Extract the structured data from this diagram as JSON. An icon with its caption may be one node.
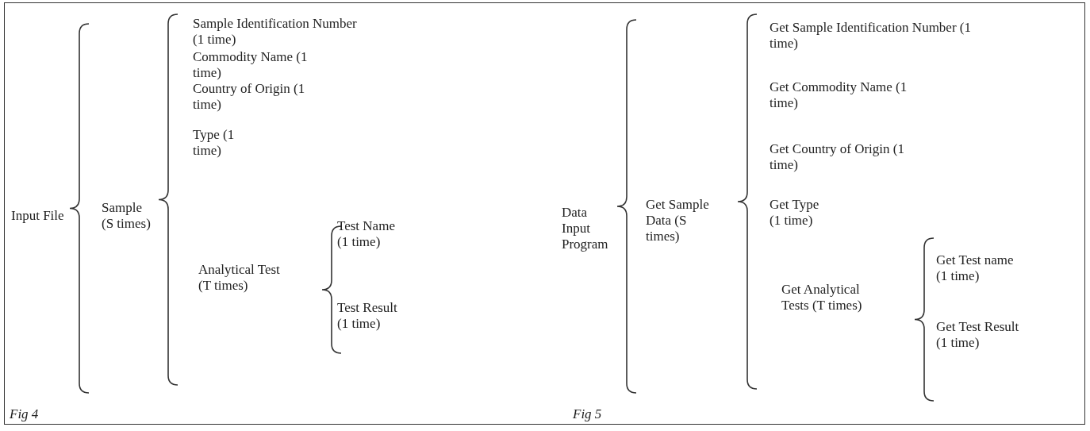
{
  "diagram": {
    "labels": [
      "Input File",
      "Sample (S times)",
      "Sample Identification Number (1 time)",
      "Commodity Name (1 time)",
      "Country of Origin (1 time)",
      "Type (1 time)",
      "Analytical Test (T times)",
      "Test Name (1 time)",
      "Test Result (1 time)",
      "Data Input Program",
      "Get Sample Data (S times)",
      "Get Sample Identification Number (1 time)",
      "Get Commodity Name (1 time)",
      "Get Country of Origin (1 time)",
      "Get Type (1 time)",
      "Get Analytical Tests (T times)",
      "Get Test name (1 time)",
      "Get Test Result (1 time)",
      "Fig 4",
      "Fig 5"
    ]
  }
}
